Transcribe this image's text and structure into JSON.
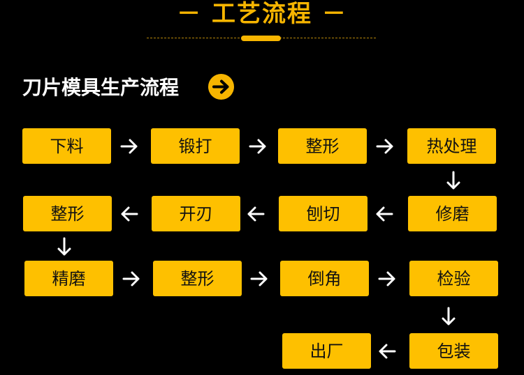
{
  "header": {
    "title": "－ 工艺流程 －"
  },
  "section": {
    "title": "刀片模具生产流程",
    "icon": "arrow-right-circle-icon"
  },
  "colors": {
    "accent": "#f7b500",
    "box": "#fec000",
    "background": "#000000",
    "text": "#111111",
    "arrow": "#ffffff"
  },
  "steps": [
    {
      "label": "下料"
    },
    {
      "label": "锻打"
    },
    {
      "label": "整形"
    },
    {
      "label": "热处理"
    },
    {
      "label": "修磨"
    },
    {
      "label": "刨切"
    },
    {
      "label": "开刃"
    },
    {
      "label": "整形"
    },
    {
      "label": "精磨"
    },
    {
      "label": "整形"
    },
    {
      "label": "倒角"
    },
    {
      "label": "检验"
    },
    {
      "label": "包装"
    },
    {
      "label": "出厂"
    }
  ]
}
